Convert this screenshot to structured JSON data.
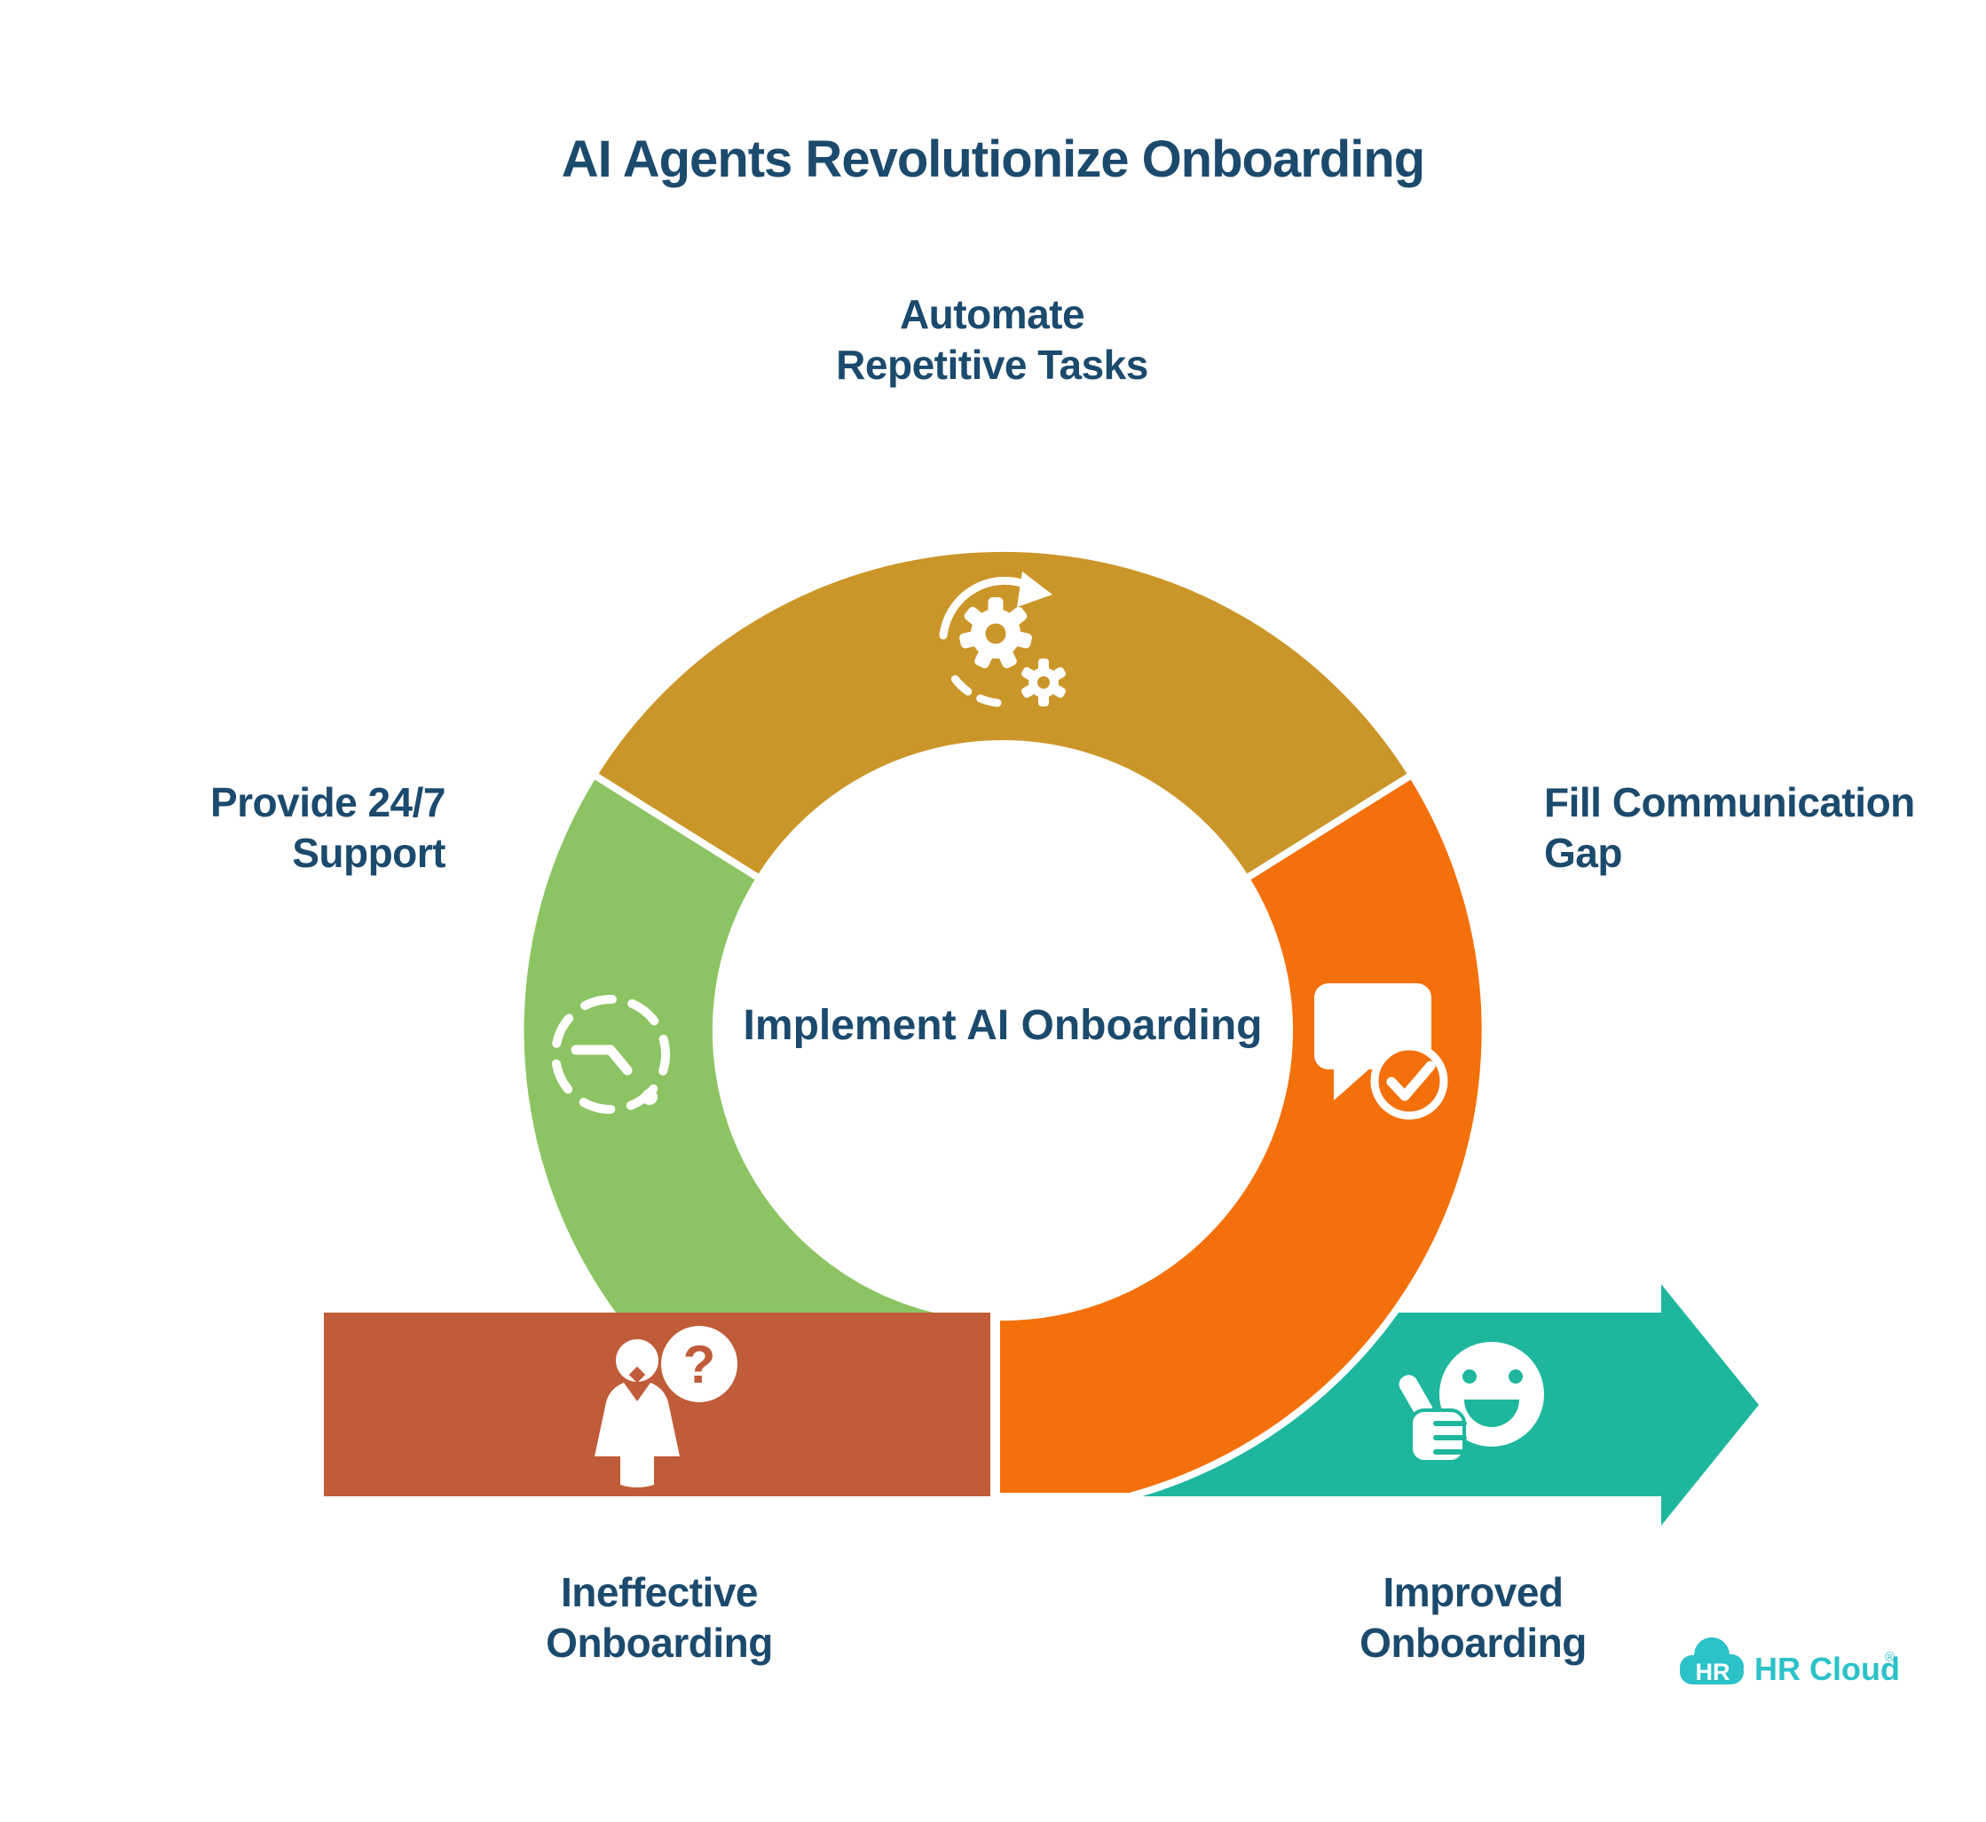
{
  "title": "AI Agents Revolutionize Onboarding",
  "center_label": "Implement AI Onboarding",
  "segments": [
    {
      "id": "automate",
      "label": "Automate\nRepetitive Tasks",
      "color": "#CB9629",
      "icon": "gears-automation-icon"
    },
    {
      "id": "support",
      "label": "Provide 24/7\nSupport",
      "color": "#8CC463",
      "icon": "clock-24-7-icon"
    },
    {
      "id": "communication",
      "label": "Fill Communication\nGap",
      "color": "#F4700A",
      "icon": "chat-check-icon"
    }
  ],
  "flow": [
    {
      "id": "ineffective",
      "label": "Ineffective\nOnboarding",
      "color": "#C05C39",
      "icon": "person-question-icon",
      "glyph": "?"
    },
    {
      "id": "improved",
      "label": "Improved\nOnboarding",
      "color": "#1EB79D",
      "icon": "smiley-thumbs-up-icon"
    }
  ],
  "logo": {
    "badge": "HR",
    "wordmark": "HR Cloud",
    "registered": "®",
    "color": "#2BC2C8"
  },
  "colors": {
    "text": "#1B4A6D",
    "background": "#FFFFFF",
    "separator": "#FFFFFF"
  }
}
